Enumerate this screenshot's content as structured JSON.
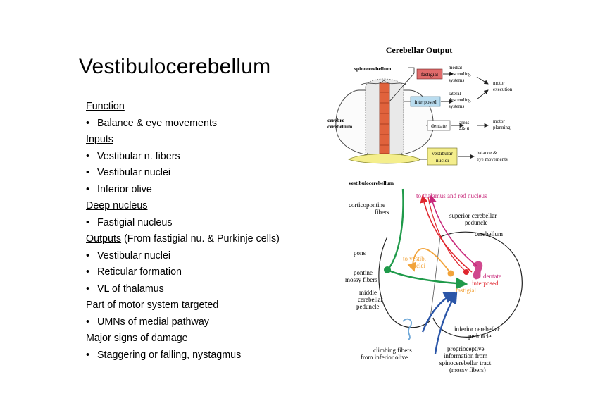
{
  "title": "Vestibulocerebellum",
  "sections": {
    "function_heading": "Function",
    "function_items": [
      "Balance & eye movements"
    ],
    "inputs_heading": "Inputs",
    "inputs_items": [
      "Vestibular n. fibers",
      "Vestibular nuclei",
      "Inferior olive"
    ],
    "deep_heading": "Deep nucleus",
    "deep_items": [
      "Fastigial nucleus"
    ],
    "outputs_heading": "Outputs",
    "outputs_suffix": " (From fastigial nu. & Purkinje cells)",
    "outputs_items": [
      "Vestibular nuclei",
      "Reticular formation",
      "VL of thalamus"
    ],
    "motor_heading": "Part of motor system targeted",
    "motor_items": [
      "UMNs of medial pathway"
    ],
    "signs_heading": "Major signs of damage",
    "signs_items": [
      "Staggering or falling, nystagmus"
    ]
  },
  "fig1": {
    "title": "Cerebellar Output",
    "spino": "spinocerebellum",
    "cerebro1": "cerebro-",
    "cerebro2": "cerebellum",
    "vestibulo": "vestibulocerebellum",
    "fastigial": "fastigial",
    "interposed": "interposed",
    "dentate": "dentate",
    "vest_nuclei1": "vestibular",
    "vest_nuclei2": "nuclei",
    "medial1": "medial",
    "medial2": "descending",
    "medial3": "systems",
    "lateral1": "lateral",
    "lateral2": "descending",
    "lateral3": "systems",
    "areas1": "areas",
    "areas2": "4& 6",
    "motor_exec1": "motor",
    "motor_exec2": "execution",
    "motor_plan1": "motor",
    "motor_plan2": "planning",
    "balance1": "balance &",
    "balance2": "eye movements",
    "colors": {
      "fastigial": "#e06b6b",
      "interposed": "#b9dcef",
      "dentate": "#ffffff",
      "vestibular": "#f4ee8c",
      "vermis": "#e0623c"
    }
  },
  "fig2": {
    "thalamus": "to thalamus and red nucleus",
    "corticopontine1": "corticopontine",
    "corticopontine2": "fibers",
    "superior1": "superior cerebellar",
    "superior2": "peduncle",
    "cerebellum": "cerebellum",
    "pons": "pons",
    "to_vestib1": "to vestib.",
    "to_vestib2": "nuclei",
    "dentate": "dentate",
    "interposed": "interposed",
    "fastigial": "fastigial",
    "pontine1": "pontine",
    "pontine2": "mossy fibers",
    "middle1": "middle",
    "middle2": "cerebellar",
    "middle3": "peduncle",
    "inferior1": "inferior cerebellar",
    "inferior2": "peduncle",
    "climbing1": "climbing fibers",
    "climbing2": "from inferior olive",
    "proprio1": "proprioceptive",
    "proprio2": "information from",
    "proprio3": "spinocerebellar tract",
    "proprio4": "(mossy fibers)",
    "colors": {
      "red": "#e0262e",
      "orange": "#f2a33a",
      "green": "#1f9a4a",
      "blue": "#2b56a8",
      "magenta": "#c8287a"
    }
  }
}
